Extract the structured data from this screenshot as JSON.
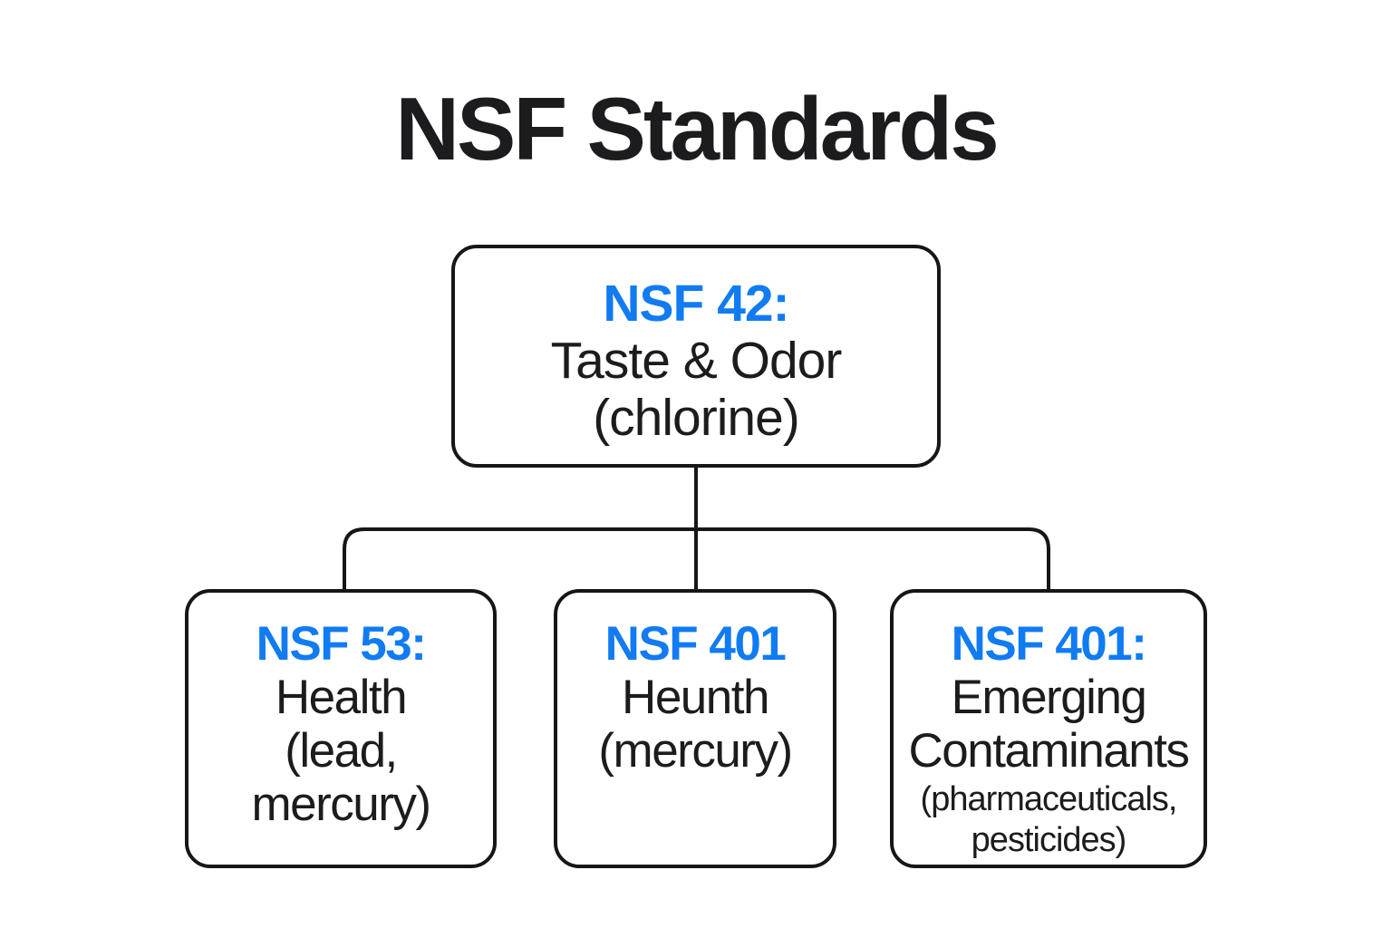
{
  "title": "NSF Standards",
  "colors": {
    "accent_blue": "#117BF2",
    "text_dark": "#1C1C1E",
    "line_black": "#161616",
    "background": "#FFFFFF"
  },
  "diagram": {
    "root": {
      "heading": "NSF 42:",
      "lines": [
        "Taste & Odor",
        "(chlorine)"
      ]
    },
    "children": [
      {
        "heading": "NSF 53:",
        "lines": [
          "Health",
          "(lead,",
          "mercury)"
        ]
      },
      {
        "heading": "NSF 401",
        "lines": [
          "Heunth",
          "(mercury)"
        ]
      },
      {
        "heading": "NSF 401:",
        "lines": [
          "Emerging",
          "Contaminants"
        ],
        "small_lines": [
          "(pharmaceuticals,",
          "pesticides)"
        ]
      }
    ]
  }
}
